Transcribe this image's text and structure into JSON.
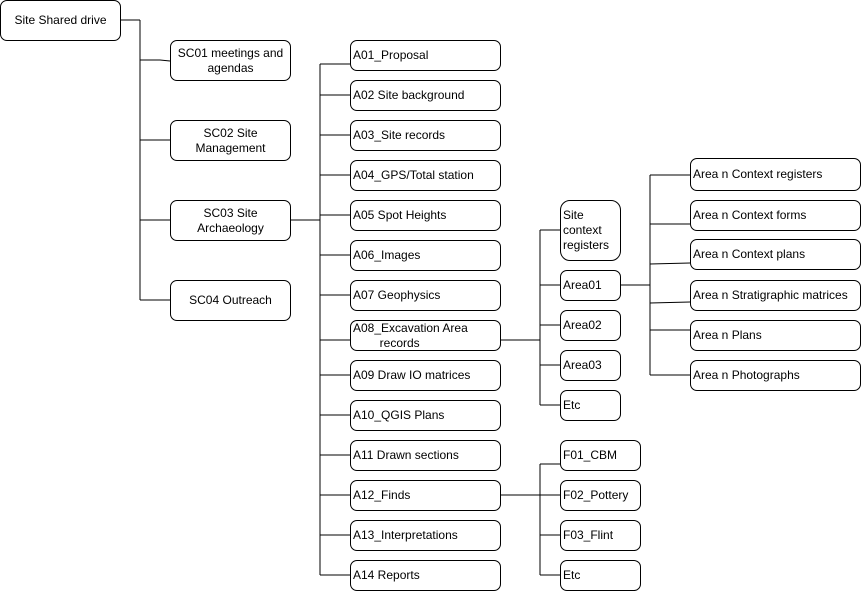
{
  "root": "Site Shared drive",
  "sections": {
    "sc01": "SC01 meetings and\nagendas",
    "sc02": "SC02 Site\nManagement",
    "sc03": "SC03  Site\nArchaeology",
    "sc04": "SC04 Outreach"
  },
  "archaeology_folders": {
    "a01": "A01_Proposal",
    "a02": "A02 Site background",
    "a03": "A03_Site records",
    "a04": "A04_GPS/Total station",
    "a05": "A05 Spot Heights",
    "a06": "A06_Images",
    "a07": "A07 Geophysics",
    "a08": "A08_Excavation Area\n        records",
    "a09": "A09 Draw IO matrices",
    "a10": "A10_QGIS Plans",
    "a11": "A11 Drawn sections",
    "a12": "A12_Finds",
    "a13": "A13_Interpretations",
    "a14": "A14 Reports"
  },
  "excavation_folders": {
    "site_context": "Site\ncontext\nregisters",
    "area01": "Area01",
    "area02": "Area02",
    "area03": "Area03",
    "etc": "Etc"
  },
  "area_folders": {
    "registers": "Area n Context registers",
    "forms": "Area n Context forms",
    "plans": "Area n Context plans",
    "matrices": "Area n Stratigraphic matrices",
    "area_plans": "Area n Plans",
    "photographs": "Area n Photographs"
  },
  "finds_folders": {
    "f01": "F01_CBM",
    "f02": "F02_Pottery",
    "f03": "F03_Flint",
    "etc": "Etc"
  }
}
